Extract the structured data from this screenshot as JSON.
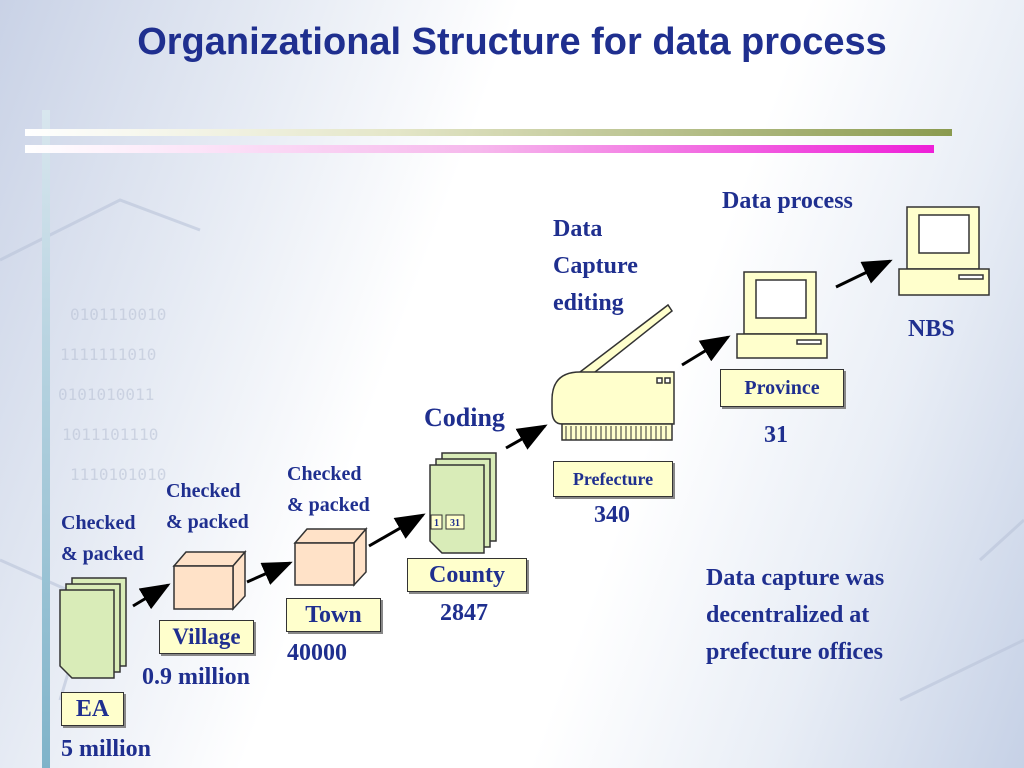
{
  "title": "Organizational Structure for data process",
  "levels": {
    "ea": {
      "name": "EA",
      "count": "5 million",
      "step": "Checked\n& packed"
    },
    "village": {
      "name": "Village",
      "count": "0.9 million",
      "step": "Checked\n& packed"
    },
    "town": {
      "name": "Town",
      "count": "40000",
      "step": "Checked\n& packed"
    },
    "county": {
      "name": "County",
      "count": "2847",
      "step": "Coding"
    },
    "prefecture": {
      "name": "Prefecture",
      "count": "340",
      "step": "Data\nCapture\nediting"
    },
    "province": {
      "name": "Province",
      "count": "31"
    },
    "nbs": {
      "name": "NBS",
      "step": "Data process"
    }
  },
  "stack_tabs": [
    "1",
    "31"
  ],
  "note": "Data capture was\ndecentralized at\nprefecture offices",
  "colors": {
    "title": "#1f2f8f",
    "label_box": "#ffffcc",
    "doc_fill": "#d9ecb8",
    "box_fill": "#ffe2c8",
    "device_fill": "#ffffcc"
  }
}
